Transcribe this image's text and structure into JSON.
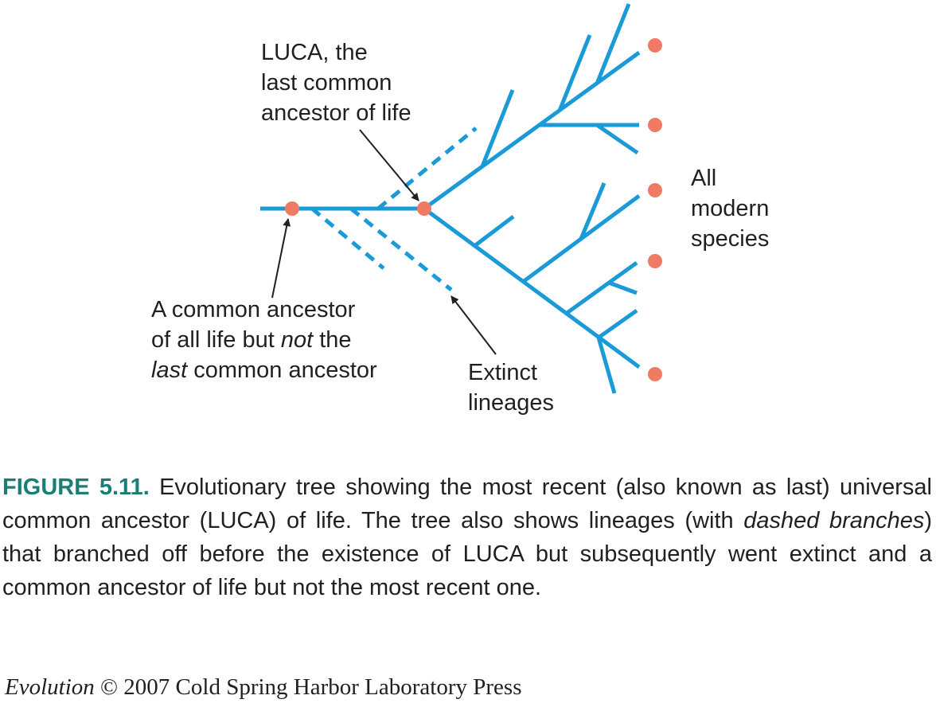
{
  "colors": {
    "branch": "#1a9ad6",
    "node": "#f07a63",
    "text": "#231f20",
    "figure_label": "#1b7e75"
  },
  "labels": {
    "luca": [
      "LUCA, the",
      "last common",
      "ancestor of life"
    ],
    "ancestor": {
      "line1": "A common ancestor",
      "line2_a": "of all life but ",
      "line2_em": "not",
      "line2_b": " the",
      "line3_em": "last",
      "line3_b": " common ancestor"
    },
    "extinct": [
      "Extinct",
      "lineages"
    ],
    "species": [
      "All",
      "modern",
      "species"
    ]
  },
  "caption": {
    "figure_label": "FIGURE 5.11.",
    "text_a": " Evolutionary tree showing the most recent (also known as last) universal common ancestor (LUCA) of life. The tree also shows lineages (with ",
    "text_em": "dashed branches",
    "text_b": ") that branched off before the existence of LUCA but subsequently went extinct and a common ancestor of life but not the most recent one."
  },
  "credit": {
    "title": "Evolution",
    "text": " © 2007 Cold Spring Harbor Laboratory Press"
  }
}
